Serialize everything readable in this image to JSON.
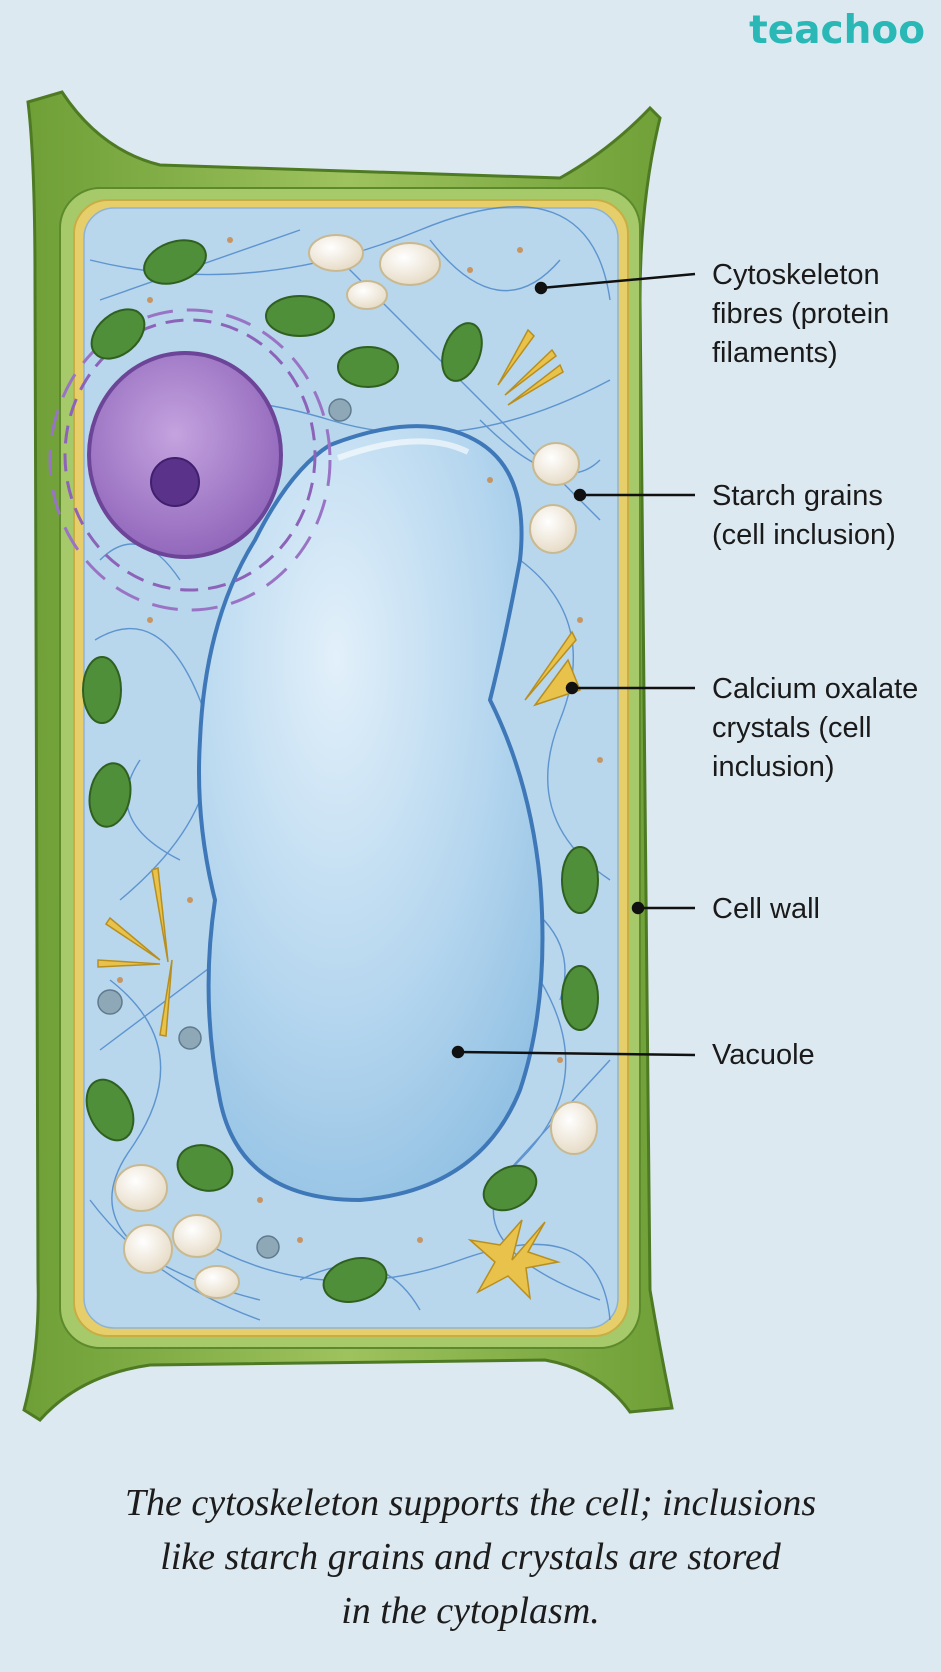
{
  "brand": "teachoo",
  "labels": {
    "cytoskeleton_l1": "Cytoskeleton",
    "cytoskeleton_l2": "fibres (protein",
    "cytoskeleton_l3": "filaments)",
    "starch_l1": "Starch grains",
    "starch_l2": "(cell inclusion)",
    "calcium_l1": "Calcium oxalate",
    "calcium_l2": "crystals (cell",
    "calcium_l3": "inclusion)",
    "cell_wall": "Cell wall",
    "vacuole": "Vacuole"
  },
  "caption": {
    "line1": "The cytoskeleton supports the cell; inclusions",
    "line2": "like starch grains and crystals are stored",
    "line3": "in the cytoplasm."
  },
  "colors": {
    "background": "#dde9f1",
    "cell_wall": "#7fae45",
    "membrane": "#e6cf6a",
    "cytoplasm": "#b8d6ec",
    "vacuole": "#a9cde8",
    "nucleus": "#9a6fc0",
    "chloroplast": "#4f8f3a",
    "starch": "#f4ede0",
    "crystal": "#e8c24a",
    "brand": "#2ab8b7"
  }
}
